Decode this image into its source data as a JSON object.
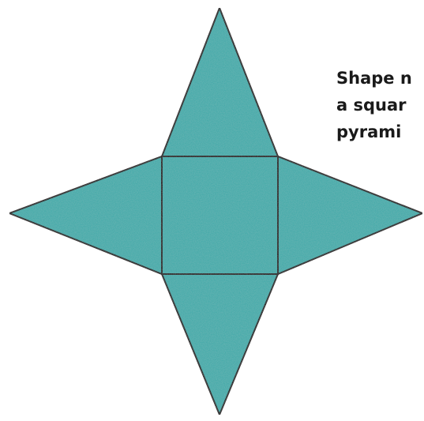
{
  "caption": {
    "line1": "Shape n",
    "line2": "a squar",
    "line3": "pyrami"
  },
  "net": {
    "fill_color": "#3aa9a8",
    "stroke_color": "#111111",
    "faces": [
      "square-base",
      "top-triangle",
      "left-triangle",
      "right-triangle",
      "bottom-triangle"
    ]
  }
}
